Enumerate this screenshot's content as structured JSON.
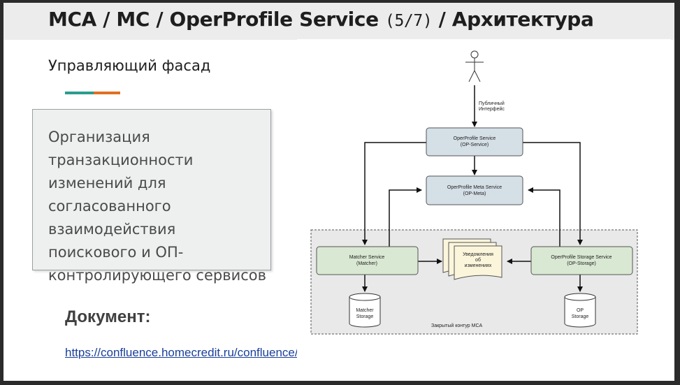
{
  "header": {
    "title_prefix": "MCA / MC / OperProfile Service ",
    "title_paging": "(5/7)",
    "title_suffix": " / Архитектура"
  },
  "section": {
    "subtitle": "Управляющий фасад",
    "accent_colors": [
      "#2a9d8f",
      "#e07020"
    ]
  },
  "note": {
    "text": "Организация\nтранзакционности\nизменений для\nсогласованного\nвзаимодействия\nпоискового и ОП-\nконтролирующего сервисов"
  },
  "document": {
    "label": "Документ:",
    "link": "https://confluence.homecredit.ru/confluence/display/hadoop/OperProfile+Service"
  },
  "diagram": {
    "actor_label_1": "Публичный",
    "actor_label_2": "Интерфейс",
    "op_service": {
      "name": "OperProfile Service",
      "code": "(OP-Service)"
    },
    "op_meta": {
      "name": "OperProfile Meta Service",
      "code": "(OP-Meta)"
    },
    "matcher_service": {
      "name": "Matcher Service",
      "code": "(Matcher)"
    },
    "storage_service": {
      "name": "OperProfile Storage Service",
      "code": "(OP-Storage)"
    },
    "notifications": {
      "line1": "Уведомления",
      "line2": "об",
      "line3": "изменениях"
    },
    "matcher_storage": {
      "line1": "Matcher",
      "line2": "Storage"
    },
    "op_storage": {
      "line1": "OP",
      "line2": "Storage"
    },
    "contour_label": "Закрытый контур MCA",
    "colors": {
      "blue_box": "#d4dfe6",
      "green_box": "#d9e8d2",
      "contour_bg": "#e9e9e9",
      "note_bg": "#fbf5dc"
    }
  }
}
